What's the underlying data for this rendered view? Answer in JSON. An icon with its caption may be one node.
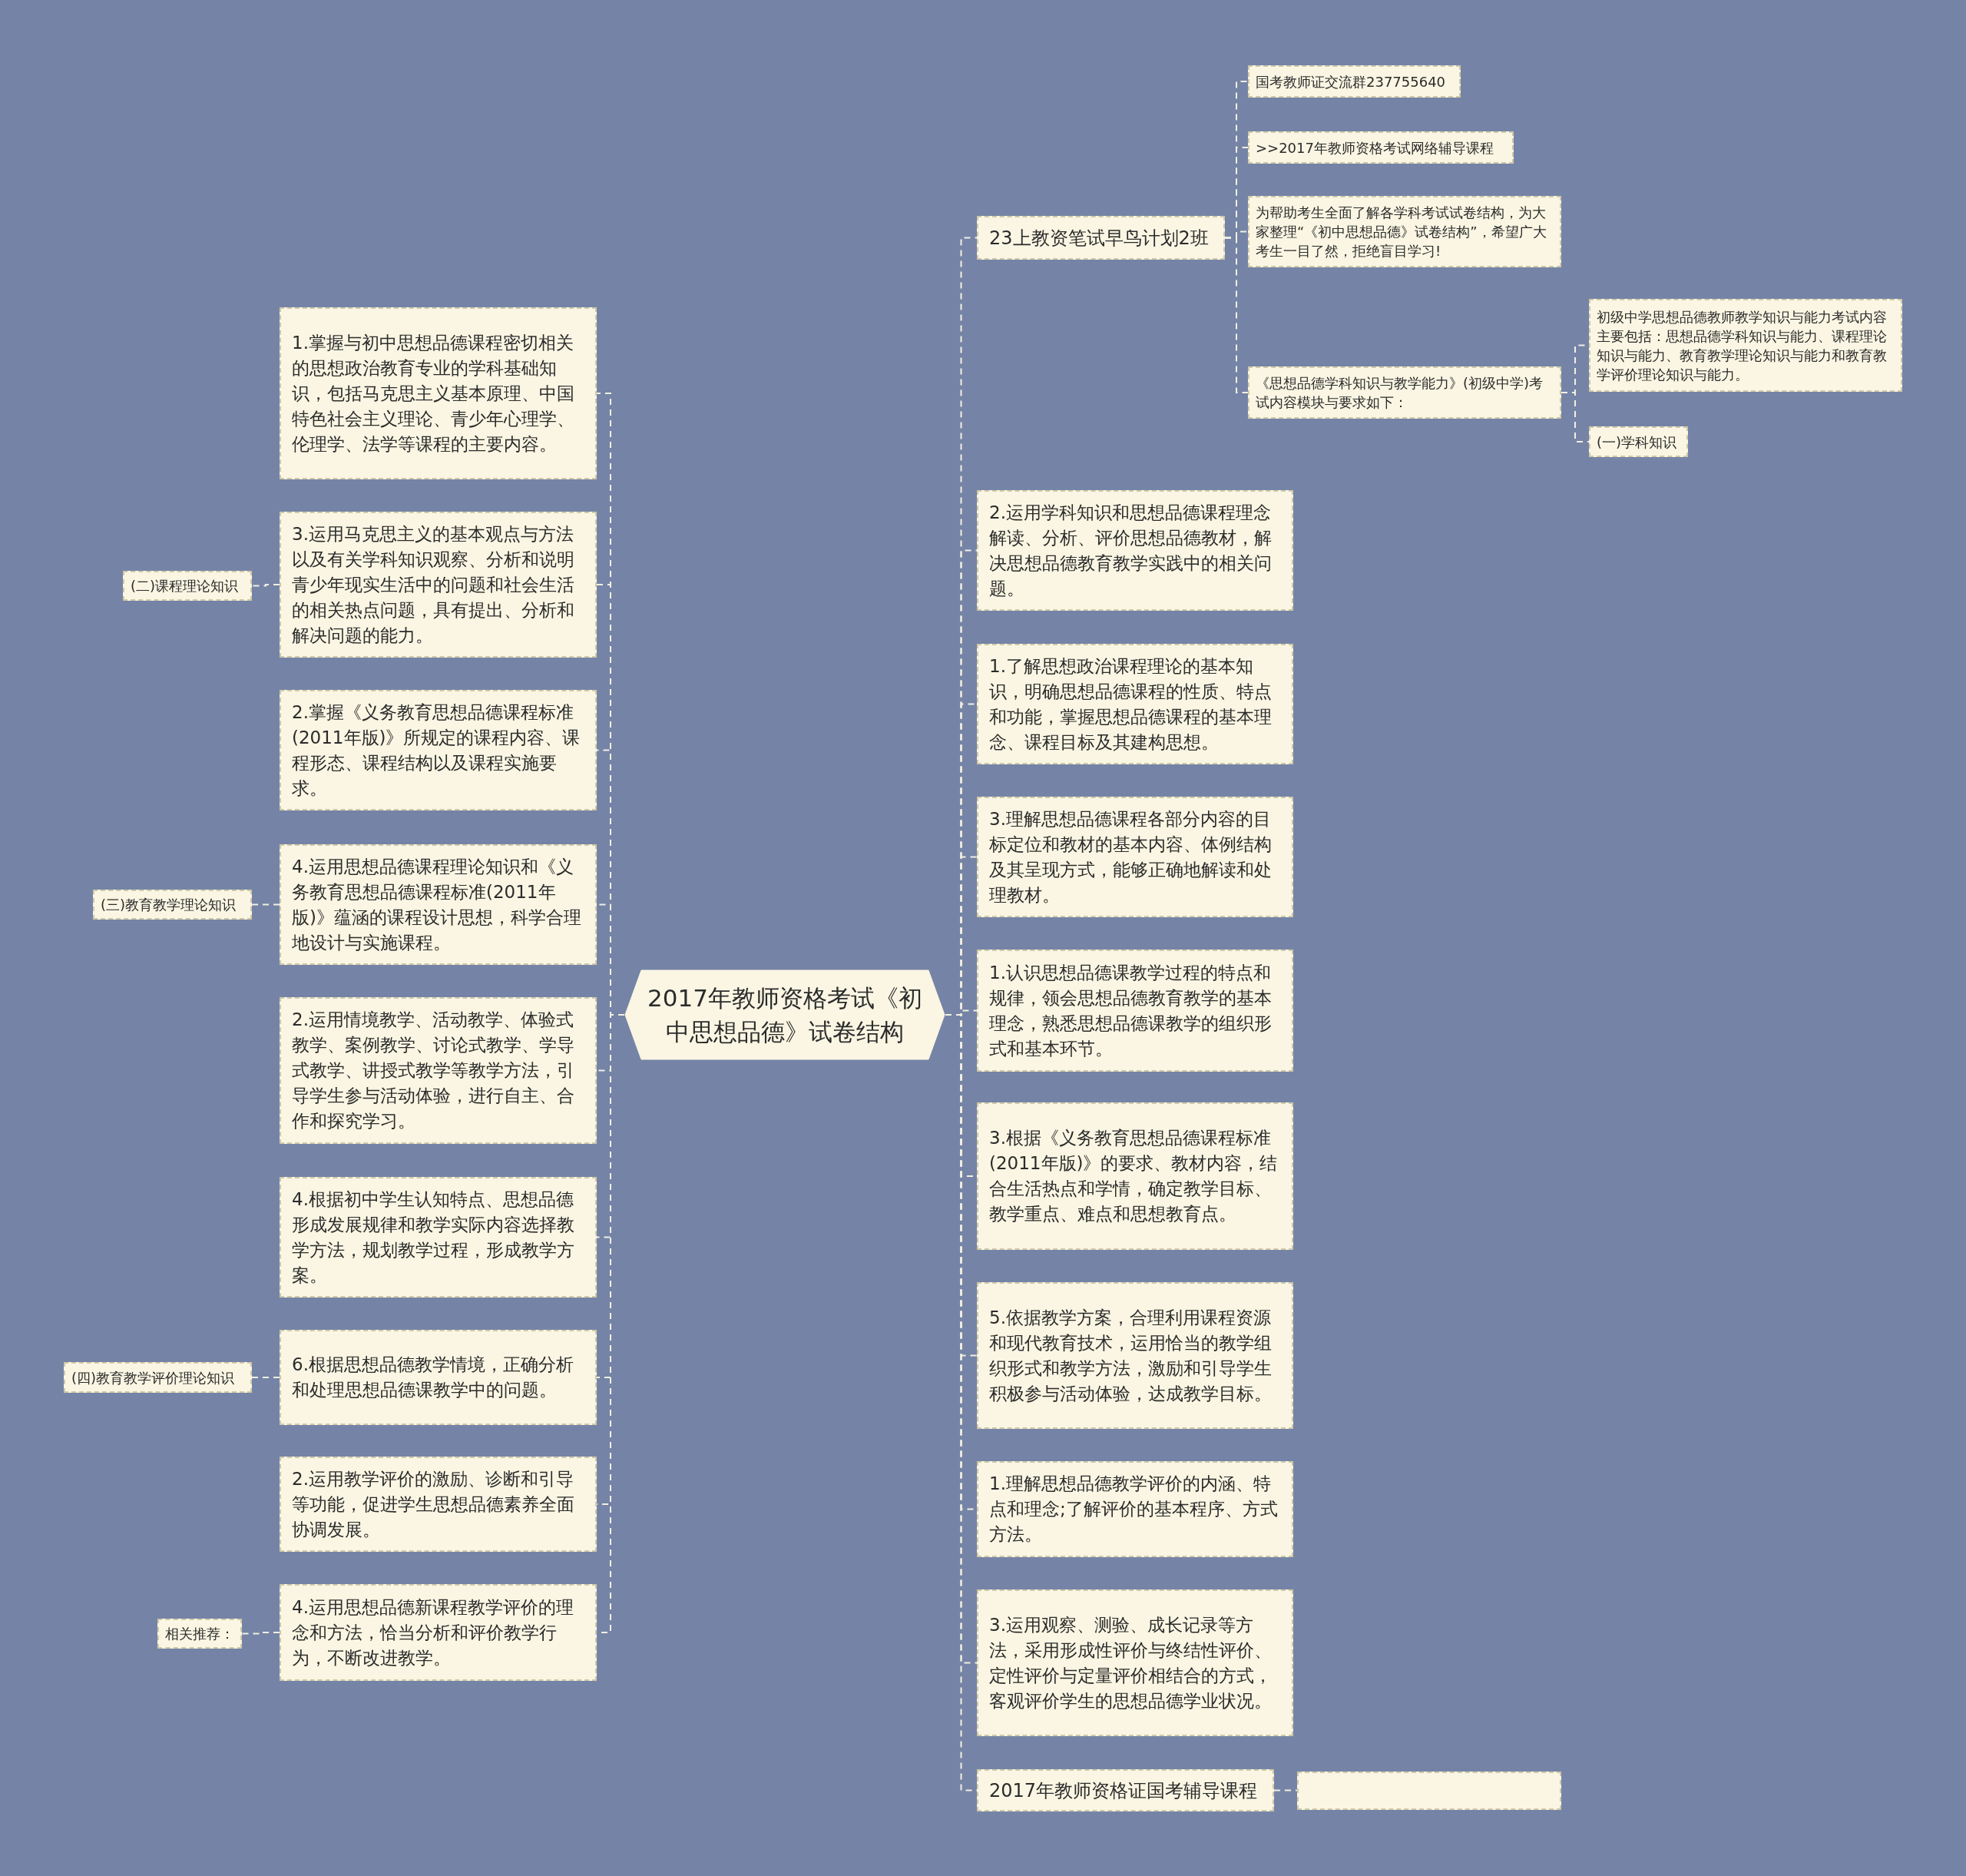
{
  "diagram": {
    "nodes": [
      {
        "text": [
          "2017年教师资格考试《初中思想品德》试卷结构"
        ]
      },
      {
        "text": [
          "23上教资笔试早鸟计划2班"
        ]
      },
      {
        "text": [
          "国考教师证交流群237755640"
        ]
      },
      {
        "text": [
          ">>2017年教师资格考试网络辅导课程"
        ]
      },
      {
        "text": [
          "为帮助考生全面了解各学科考试试卷结构，为大家整理“《初中思想品德》试卷结构”，希望广大考生一目了然，拒绝盲目学习!"
        ]
      },
      {
        "text": [
          "《思想品德学科知识与教学能力》(初级中学)考试内容模块与要求如下："
        ]
      },
      {
        "text": [
          "初级中学思想品德教师教学知识与能力考试内容主要包括：思想品德学科知识与能力、课程理论知识与能力、教育教学理论知识与能力和教育教学评价理论知识与能力。"
        ]
      },
      {
        "text": [
          "(一)学科知识"
        ]
      },
      {
        "text": [
          "2.运用学科知识和思想品德课程理念解读、分析、评价思想品德教材，解决思想品德教育教学实践中的相关问题。"
        ]
      },
      {
        "text": [
          "1.了解思想政治课程理论的基本知识，明确思想品德课程的性质、特点和功能，掌握思想品德课程的基本理念、课程目标及其建构思想。"
        ]
      },
      {
        "text": [
          "3.理解思想品德课程各部分内容的目标定位和教材的基本内容、体例结构及其呈现方式，能够正确地解读和处理教材。"
        ]
      },
      {
        "text": [
          "1.认识思想品德课教学过程的特点和规律，领会思想品德教育教学的基本理念，熟悉思想品德课教学的组织形式和基本环节。"
        ]
      },
      {
        "text": [
          "3.根据《义务教育思想品德课程标准(2011年版)》的要求、教材内容，结合生活热点和学情，确定教学目标、教学重点、难点和思想教育点。"
        ]
      },
      {
        "text": [
          "5.依据教学方案，合理利用课程资源和现代教育技术，运用恰当的教学组织形式和教学方法，激励和引导学生积极参与活动体验，达成教学目标。"
        ]
      },
      {
        "text": [
          "1.理解思想品德教学评价的内涵、特点和理念;了解评价的基本程序、方式方法。"
        ]
      },
      {
        "text": [
          "3.运用观察、测验、成长记录等方法，采用形成性评价与终结性评价、定性评价与定量评价相结合的方式，客观评价学生的思想品德学业状况。"
        ]
      },
      {
        "text": [
          "2017年教师资格证国考辅导课程"
        ]
      },
      {
        "text": [],
        "shape": "box"
      },
      {
        "text": [
          "1.掌握与初中思想品德课程密切相关的思想政治教育专业的学科基础知识，包括马克思主义基本原理、中国特色社会主义理论、青少年心理学、伦理学、法学等课程的主要内容。"
        ]
      },
      {
        "text": [
          "3.运用马克思主义的基本观点与方法以及有关学科知识观察、分析和说明青少年现实生活中的问题和社会生活的相关热点问题，具有提出、分析和解决问题的能力。"
        ]
      },
      {
        "text": [
          "2.掌握《义务教育思想品德课程标准(2011年版)》所规定的课程内容、课程形态、课程结构以及课程实施要求。"
        ]
      },
      {
        "text": [
          "4.运用思想品德课程理论知识和《义务教育思想品德课程标准(2011年版)》蕴涵的课程设计思想，科学合理地设计与实施课程。"
        ]
      },
      {
        "text": [
          "2.运用情境教学、活动教学、体验式教学、案例教学、讨论式教学、学导式教学、讲授式教学等教学方法，引导学生参与活动体验，进行自主、合作和探究学习。"
        ]
      },
      {
        "text": [
          "4.根据初中学生认知特点、思想品德形成发展规律和教学实际内容选择教学方法，规划教学过程，形成教学方案。"
        ]
      },
      {
        "text": [
          "6.根据思想品德教学情境，正确分析和处理思想品德课教学中的问题。"
        ]
      },
      {
        "text": [
          "2.运用教学评价的激励、诊断和引导等功能，促进学生思想品德素养全面协调发展。"
        ]
      },
      {
        "text": [
          "4.运用思想品德新课程教学评价的理念和方法，恰当分析和评价教学行为，不断改进教学。"
        ]
      },
      {
        "text": [
          "(二)课程理论知识"
        ]
      },
      {
        "text": [
          "(三)教育教学理论知识"
        ]
      },
      {
        "text": [
          "(四)教育教学评价理论知识"
        ]
      },
      {
        "text": [
          "相关推荐："
        ]
      }
    ],
    "edges": [
      {
        "from": 0,
        "to": 1,
        "arrow": "none"
      },
      {
        "from": 1,
        "to": 2,
        "arrow": "none"
      },
      {
        "from": 1,
        "to": 3,
        "arrow": "none"
      },
      {
        "from": 1,
        "to": 4,
        "arrow": "none"
      },
      {
        "from": 1,
        "to": 5,
        "arrow": "none"
      },
      {
        "from": 5,
        "to": 6,
        "arrow": "none"
      },
      {
        "from": 5,
        "to": 7,
        "arrow": "none"
      },
      {
        "from": 0,
        "to": 8,
        "arrow": "none"
      },
      {
        "from": 0,
        "to": 9,
        "arrow": "none"
      },
      {
        "from": 0,
        "to": 10,
        "arrow": "none"
      },
      {
        "from": 0,
        "to": 11,
        "arrow": "none"
      },
      {
        "from": 0,
        "to": 12,
        "arrow": "none"
      },
      {
        "from": 0,
        "to": 13,
        "arrow": "none"
      },
      {
        "from": 0,
        "to": 14,
        "arrow": "none"
      },
      {
        "from": 0,
        "to": 15,
        "arrow": "none"
      },
      {
        "from": 0,
        "to": 16,
        "arrow": "none"
      },
      {
        "from": 16,
        "to": 17,
        "arrow": "none"
      },
      {
        "from": 0,
        "to": 18,
        "arrow": "none"
      },
      {
        "from": 0,
        "to": 19,
        "arrow": "none"
      },
      {
        "from": 0,
        "to": 20,
        "arrow": "none"
      },
      {
        "from": 0,
        "to": 21,
        "arrow": "none"
      },
      {
        "from": 0,
        "to": 22,
        "arrow": "none"
      },
      {
        "from": 0,
        "to": 23,
        "arrow": "none"
      },
      {
        "from": 0,
        "to": 24,
        "arrow": "none"
      },
      {
        "from": 0,
        "to": 25,
        "arrow": "none"
      },
      {
        "from": 0,
        "to": 26,
        "arrow": "none"
      },
      {
        "from": 19,
        "to": 27,
        "arrow": "none"
      },
      {
        "from": 21,
        "to": 28,
        "arrow": "none"
      },
      {
        "from": 24,
        "to": 29,
        "arrow": "none"
      },
      {
        "from": 26,
        "to": 30,
        "arrow": "none"
      }
    ]
  }
}
